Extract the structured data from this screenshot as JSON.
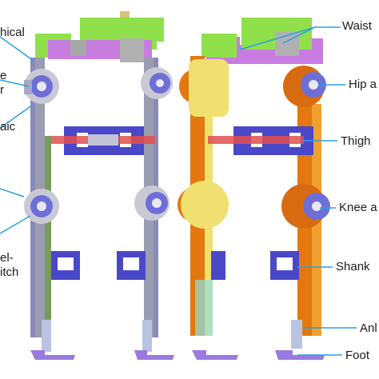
{
  "labels": {
    "left": {
      "l1": "hical",
      "l2a": "e",
      "l2b": "r",
      "l3": "aic",
      "l4": "el-",
      "l5": "itch"
    },
    "right": {
      "waist": "Waist",
      "hip": "Hip a",
      "thigh": "Thigh",
      "knee": "Knee a",
      "shank": "Shank",
      "ankle": "Anl",
      "foot": "Foot"
    }
  },
  "colors": {
    "waist_green": "#8fe04a",
    "waist_purple": "#c77ce0",
    "hip_motor": "#6e6ed8",
    "thigh_blue": "#4a48c8",
    "leg_orange": "#e4780f",
    "shell_yellow": "#f0e070",
    "strap_red": "#e05050",
    "grey_leg": "#9a9cb0",
    "foot_purple": "#9a7ae0",
    "leader_blue": "#2aa0e0"
  }
}
